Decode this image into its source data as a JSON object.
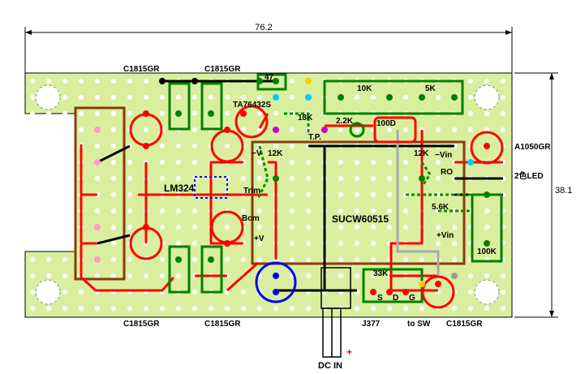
{
  "dimensions": {
    "width_label": "76.2",
    "height_label": "38.1"
  },
  "labels": {
    "c1815_top_left": "C1815GR",
    "c1815_top_mid": "C1815GR",
    "c1815_bot_left": "C1815GR",
    "c1815_bot_mid": "C1815GR",
    "c1815_bot_right": "C1815GR",
    "r47": "47",
    "ta76432s": "TA76432S",
    "r10k": "10K",
    "r5k": "5K",
    "r18k": "18K",
    "r22k": "2.2K",
    "c100d": "100D",
    "tp": "T.P.",
    "a1050": "A1050GR",
    "r12k_left": "12K",
    "r12k_right": "12K",
    "minus_vin": "−Vin",
    "ro": "RO",
    "led2": "2色LED",
    "lm324": "LM324",
    "trim": "Trim",
    "bcm": "Bcm",
    "minus_v": "−V",
    "plus_v": "+V",
    "sucw": "SUCW60515",
    "r56k": "5.6K",
    "plus_vin": "+Vin",
    "r100k": "100K",
    "r33k": "33K",
    "j377": "J377",
    "s": "S",
    "d": "D",
    "g": "G",
    "to_sw": "to SW",
    "dc_in": "DC IN",
    "plus": "+"
  },
  "colors": {
    "board": "#d9ef9f",
    "hole": "#ffffff",
    "wire_red": "#ff0000",
    "wire_black": "#000000",
    "outline_green": "#008000",
    "outline_brown": "#8b3a10",
    "outline_blue": "#0000ff",
    "dashed_green": "#009000"
  }
}
